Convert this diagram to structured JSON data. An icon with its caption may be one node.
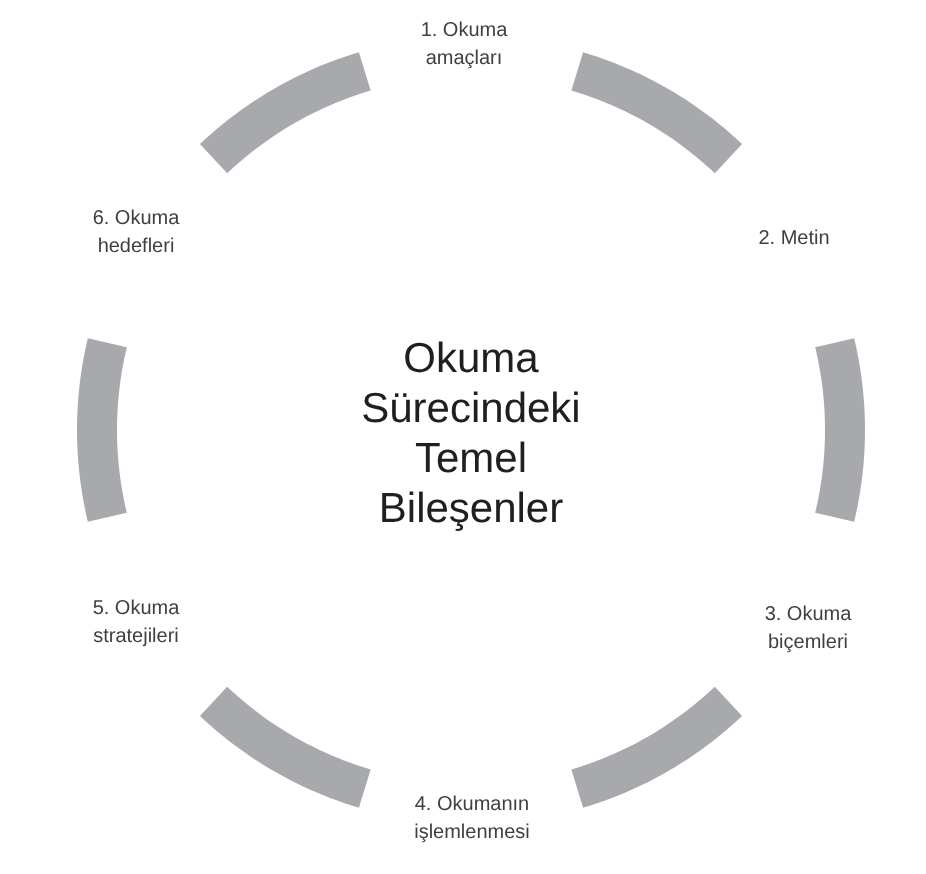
{
  "diagram": {
    "title": "Okuma Sürecindeki Temel Bileşenler",
    "nodes": [
      {
        "text": [
          "1. Okuma amaçları"
        ]
      },
      {
        "text": [
          "2. Metin"
        ]
      },
      {
        "text": [
          "3. Okuma biçemleri"
        ]
      },
      {
        "text": [
          "4. Okumanın işlemlenmesi"
        ]
      },
      {
        "text": [
          "5. Okuma stratejileri"
        ]
      },
      {
        "text": [
          "6. Okuma hedefleri"
        ]
      }
    ],
    "edges": [
      {
        "from": 0,
        "to": 1,
        "arrow": "none"
      },
      {
        "from": 1,
        "to": 2,
        "arrow": "none"
      },
      {
        "from": 2,
        "to": 3,
        "arrow": "none"
      },
      {
        "from": 3,
        "to": 4,
        "arrow": "none"
      },
      {
        "from": 4,
        "to": 5,
        "arrow": "none"
      },
      {
        "from": 5,
        "to": 0,
        "arrow": "none"
      }
    ]
  }
}
